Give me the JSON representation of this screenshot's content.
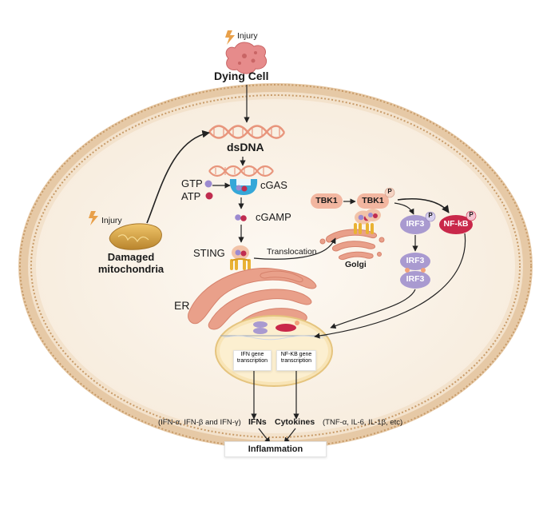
{
  "labels": {
    "injury_top": "Injury",
    "dying_cell": "Dying Cell",
    "dsdna": "dsDNA",
    "gtp": "GTP",
    "atp": "ATP",
    "cgas": "cGAS",
    "cgamp": "cGAMP",
    "sting": "STING",
    "translocation": "Translocation",
    "golgi": "Golgi",
    "er": "ER",
    "injury_mito": "Injury",
    "damaged_mito": "Damaged\nmitochondria",
    "tbk1_left": "TBK1",
    "tbk1_right": "TBK1",
    "irf3_p": "IRF3",
    "nfkb": "NF-kB",
    "irf3_dimer_top": "IRF3",
    "irf3_dimer_bottom": "IRF3",
    "phospho": "P",
    "ifn_gene": "IFN gene transcription",
    "nfkb_gene": "NF-KB gene transcription",
    "ifn_detail": "(IFN-α, IFN-β and IFN-γ)",
    "ifns": "IFNs",
    "cytokines": "Cytokines",
    "cytokines_detail": "(TNF-α, IL-6, IL-1β, etc)",
    "inflammation": "Inflammation"
  },
  "colors": {
    "membrane": "#d9b58a",
    "cytoplasm": "#fbf5ed",
    "dna": "#e89a80",
    "er": "#e8a08a",
    "nucleus": "#fbeec8",
    "cgas": "#34a6d6",
    "tbk1": "#f2b6a0",
    "irf3": "#a99ad0",
    "nfkb": "#c9284a",
    "mito": "#d9a84a",
    "dying_cell": "#e58a8a"
  }
}
